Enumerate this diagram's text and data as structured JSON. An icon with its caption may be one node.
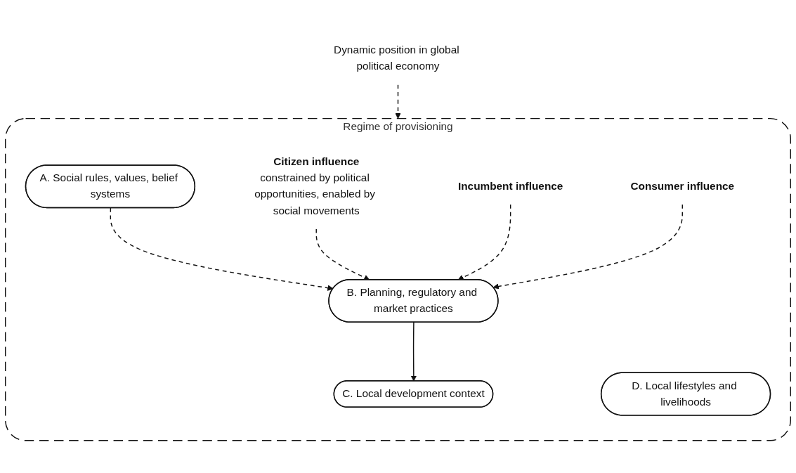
{
  "diagram": {
    "nodes": [
      {
        "text": [
          "Dynamic position in global political economy"
        ]
      },
      {
        "text": [
          "Regime of provisioning"
        ]
      },
      {
        "text": [
          "A. Social rules, values, belief systems"
        ],
        "in": 1
      },
      {
        "text": [
          "B. Planning, regulatory and market practices"
        ],
        "in": 1
      },
      {
        "text": [
          "C. Local development context"
        ],
        "in": 1
      },
      {
        "text": [
          "D. Local lifestyles and livelihoods"
        ],
        "in": 1
      },
      {
        "text": [
          "Citizen influence",
          "constrained by political opportunities, enabled by social movements"
        ],
        "in": 1
      },
      {
        "text": [
          "Incumbent influence"
        ],
        "in": 1
      },
      {
        "text": [
          "Consumer influence"
        ],
        "in": 1
      }
    ],
    "edges": [
      {
        "from": 0,
        "to": 1,
        "arrow": "to",
        "style": "dashed"
      },
      {
        "from": 2,
        "to": 3,
        "arrow": "to",
        "style": "dashed"
      },
      {
        "from": 3,
        "to": 4,
        "arrow": "to"
      },
      {
        "from": 6,
        "to": 3,
        "arrow": "to",
        "style": "dashed"
      },
      {
        "from": 7,
        "to": 3,
        "arrow": "to",
        "style": "dashed"
      },
      {
        "from": 8,
        "to": 3,
        "arrow": "to",
        "style": "dashed"
      }
    ]
  }
}
